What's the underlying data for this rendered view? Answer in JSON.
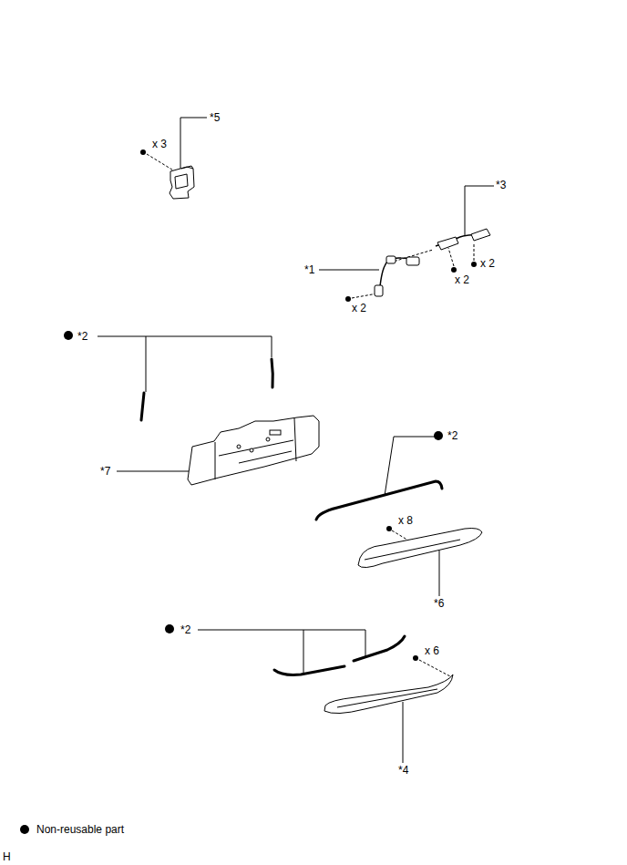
{
  "diagram": {
    "labels": [
      "*5",
      "x 3",
      "*3",
      "x 2",
      "*1",
      "x 2",
      "x 2",
      "*2",
      "*2",
      "*7",
      "x 8",
      "*6",
      "*2",
      "x 6",
      "*4",
      "H"
    ],
    "legend": [
      {
        "text": "Non-reusable part"
      }
    ]
  }
}
